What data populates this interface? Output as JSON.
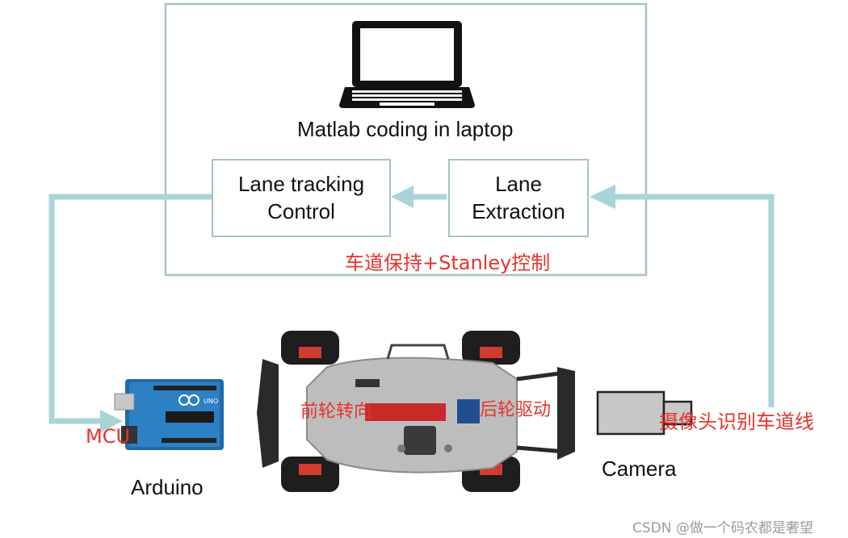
{
  "laptop": {
    "label": "Matlab coding in laptop",
    "icon": "laptop-icon"
  },
  "blocks": {
    "lane_tracking": "Lane tracking\nControl",
    "lane_extraction": "Lane\nExtraction"
  },
  "annotations": {
    "algorithm": "车道保持+Stanley控制",
    "front_steering": "前轮转向",
    "rear_drive": "后轮驱动",
    "mcu": "MCU",
    "camera_detect": "摄像头识别车道线"
  },
  "devices": {
    "arduino": "Arduino",
    "camera": "Camera"
  },
  "watermark": "CSDN @做一个码农都是奢望",
  "colors": {
    "flow": "#a9d5d8",
    "frame": "#a7c2c4",
    "annotation": "#e8322d"
  }
}
